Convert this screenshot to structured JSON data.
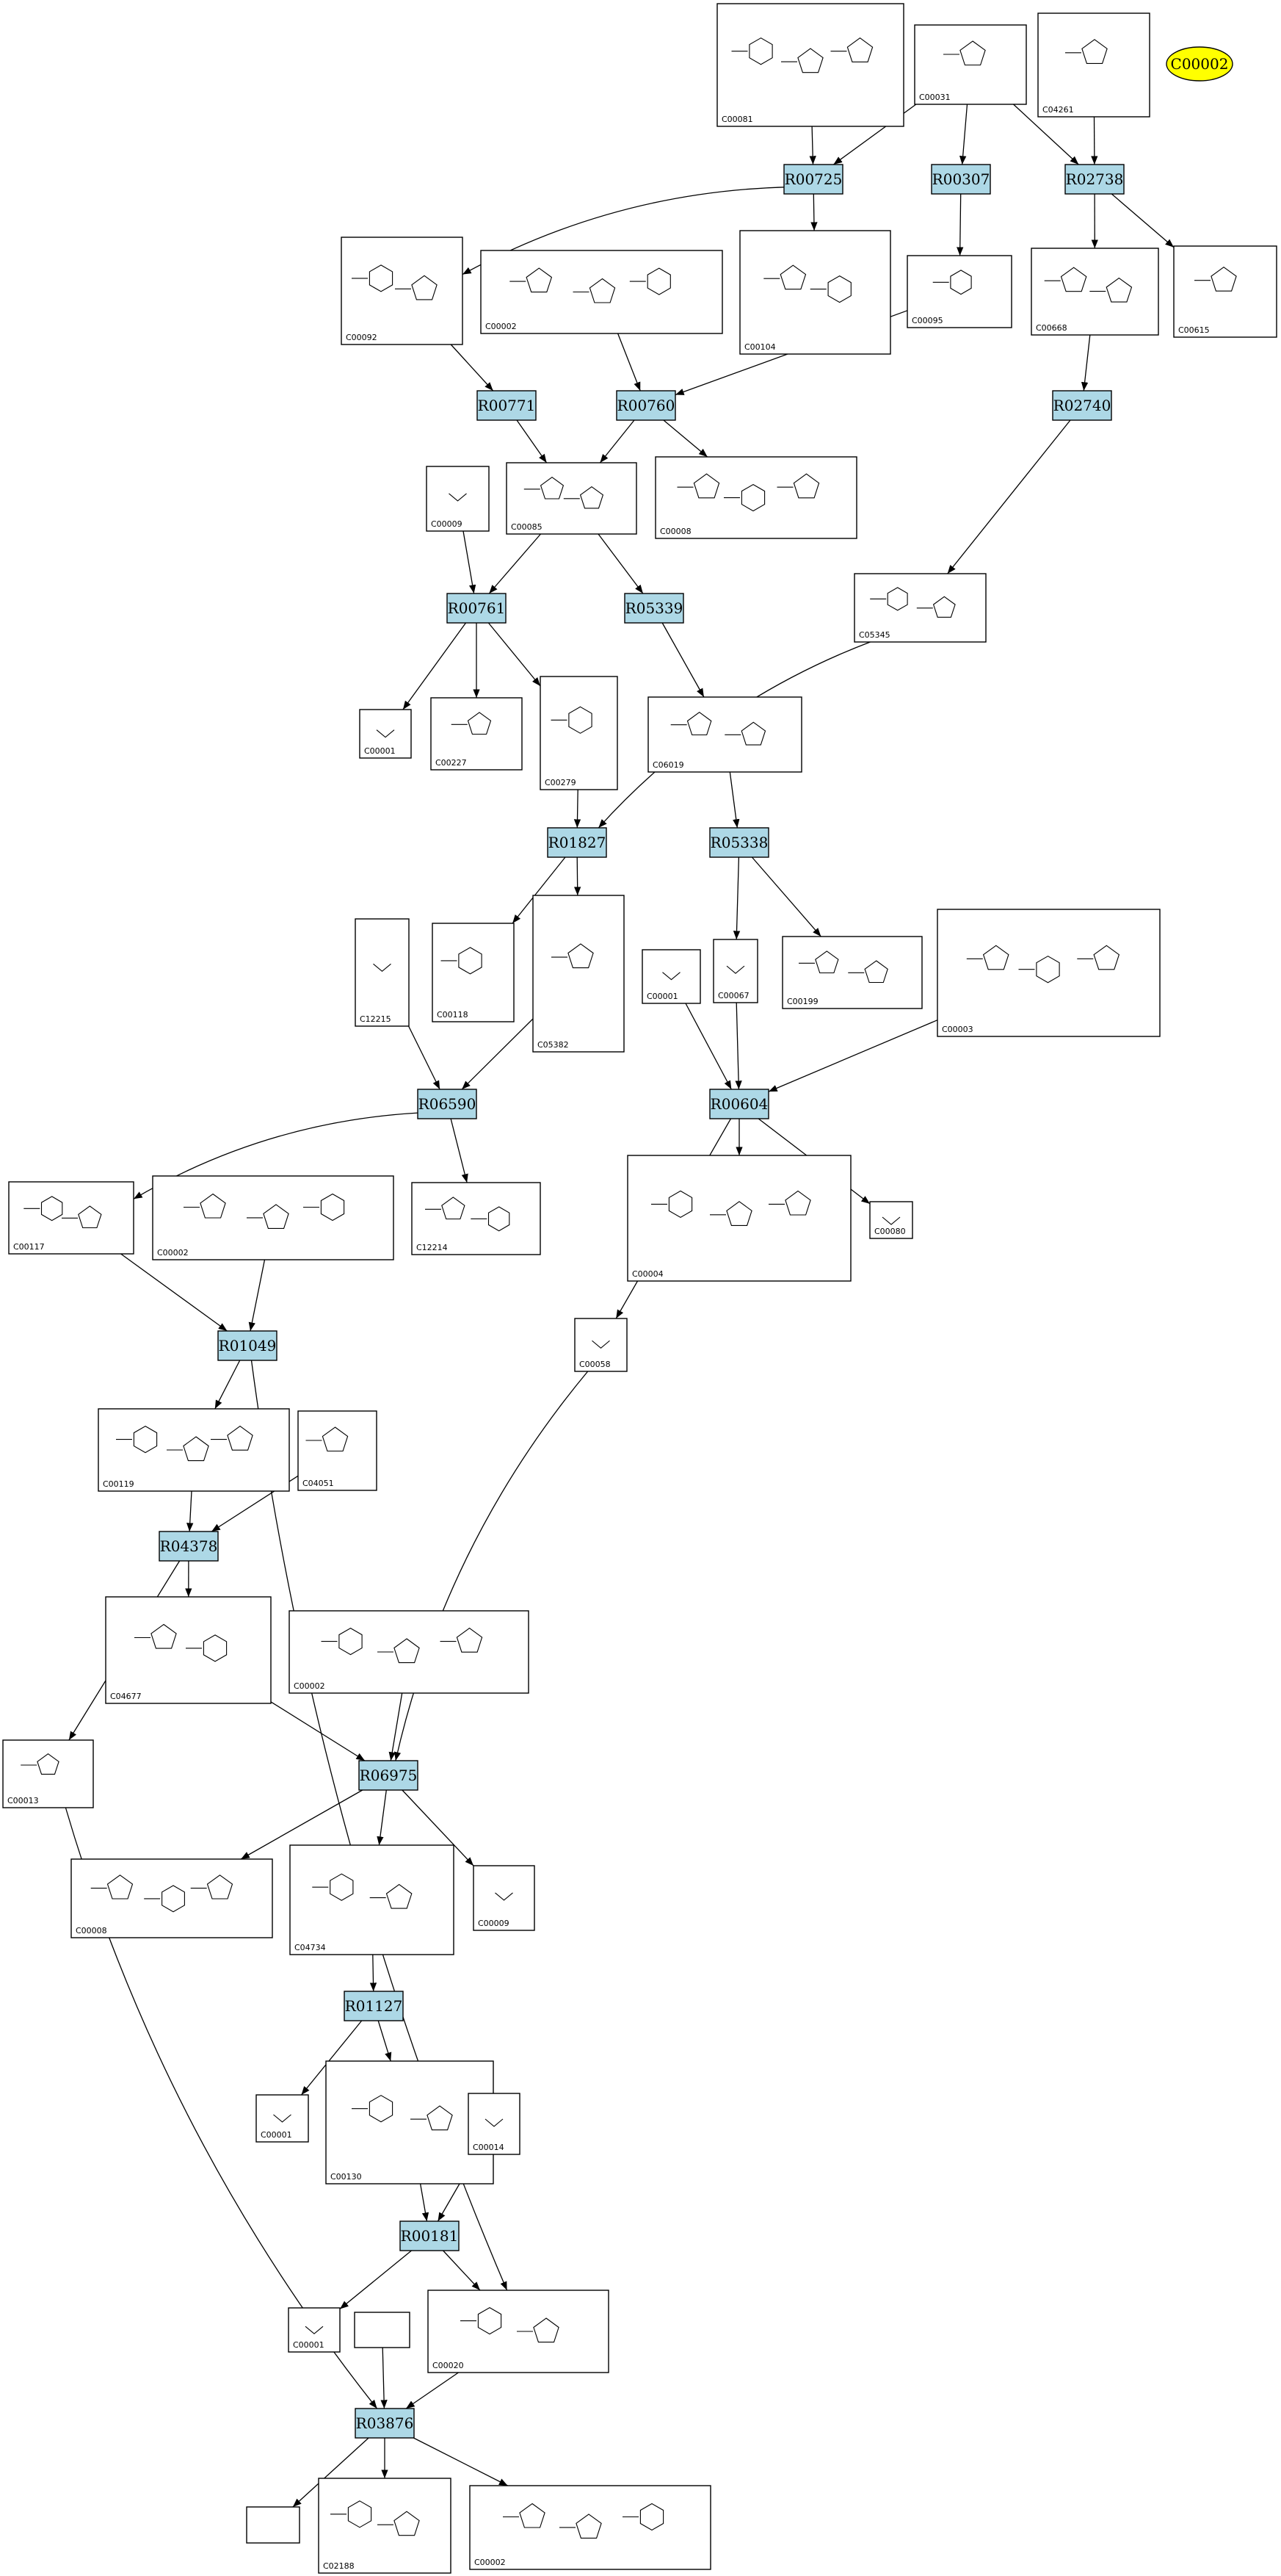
{
  "legend": {
    "label": "C00002",
    "color": "#ffff00"
  },
  "colors": {
    "reaction_fill": "#add8e6",
    "legend_fill": "#ffff00"
  },
  "reactions": [
    "R00725",
    "R00307",
    "R02738",
    "R00771",
    "R00760",
    "R02740",
    "R00761",
    "R05339",
    "R01827",
    "R05338",
    "R06590",
    "R00604",
    "R01049",
    "R04378",
    "R06975",
    "R01127",
    "R00181",
    "R03876"
  ],
  "compounds": [
    {
      "id": "C00081"
    },
    {
      "id": "C00031"
    },
    {
      "id": "C04261"
    },
    {
      "id": "C00092"
    },
    {
      "id": "C00002"
    },
    {
      "id": "C00104"
    },
    {
      "id": "C00095"
    },
    {
      "id": "C00668"
    },
    {
      "id": "C00615"
    },
    {
      "id": "C00009"
    },
    {
      "id": "C00085"
    },
    {
      "id": "C00008"
    },
    {
      "id": "C05345"
    },
    {
      "id": "C00001"
    },
    {
      "id": "C00227"
    },
    {
      "id": "C00279"
    },
    {
      "id": "C06019"
    },
    {
      "id": "C12215"
    },
    {
      "id": "C00118"
    },
    {
      "id": "C05382"
    },
    {
      "id": "C00001"
    },
    {
      "id": "C00067"
    },
    {
      "id": "C00199"
    },
    {
      "id": "C00003"
    },
    {
      "id": "C00117"
    },
    {
      "id": "C00002"
    },
    {
      "id": "C12214"
    },
    {
      "id": "C00004"
    },
    {
      "id": "C00080"
    },
    {
      "id": "C00058"
    },
    {
      "id": "C00119"
    },
    {
      "id": "C04051"
    },
    {
      "id": "C04677"
    },
    {
      "id": "C00002"
    },
    {
      "id": "C00013"
    },
    {
      "id": "C00008"
    },
    {
      "id": "C04734"
    },
    {
      "id": "C00009"
    },
    {
      "id": "C00001"
    },
    {
      "id": "C00130"
    },
    {
      "id": "C00014"
    },
    {
      "id": "C00001"
    },
    {
      "id": "C00020"
    },
    {
      "id": ""
    },
    {
      "id": ""
    },
    {
      "id": "C02188"
    },
    {
      "id": "C00002"
    }
  ]
}
